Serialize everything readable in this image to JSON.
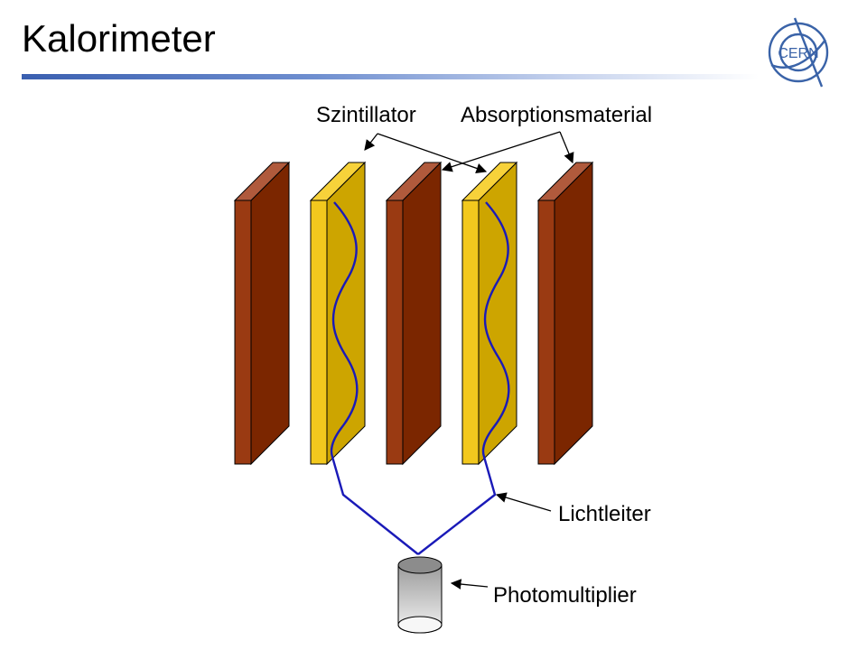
{
  "slide": {
    "title": "Kalorimeter"
  },
  "logo": {
    "text": "CERN"
  },
  "labels": {
    "scintillator": "Szintillator",
    "absorber": "Absorptionsmaterial",
    "light_guide": "Lichtleiter",
    "photomultiplier": "Photomultiplier"
  },
  "colors": {
    "absorber_front": "#7b2600",
    "absorber_side": "#9a3a12",
    "absorber_top": "#b05a3c",
    "scintillator_front": "#cda500",
    "scintillator_side": "#f2c81e",
    "scintillator_top": "#f7d23a",
    "fiber": "#1a1ab8",
    "title_bar": "#3a5fb0",
    "logo": "#3a63a8"
  }
}
